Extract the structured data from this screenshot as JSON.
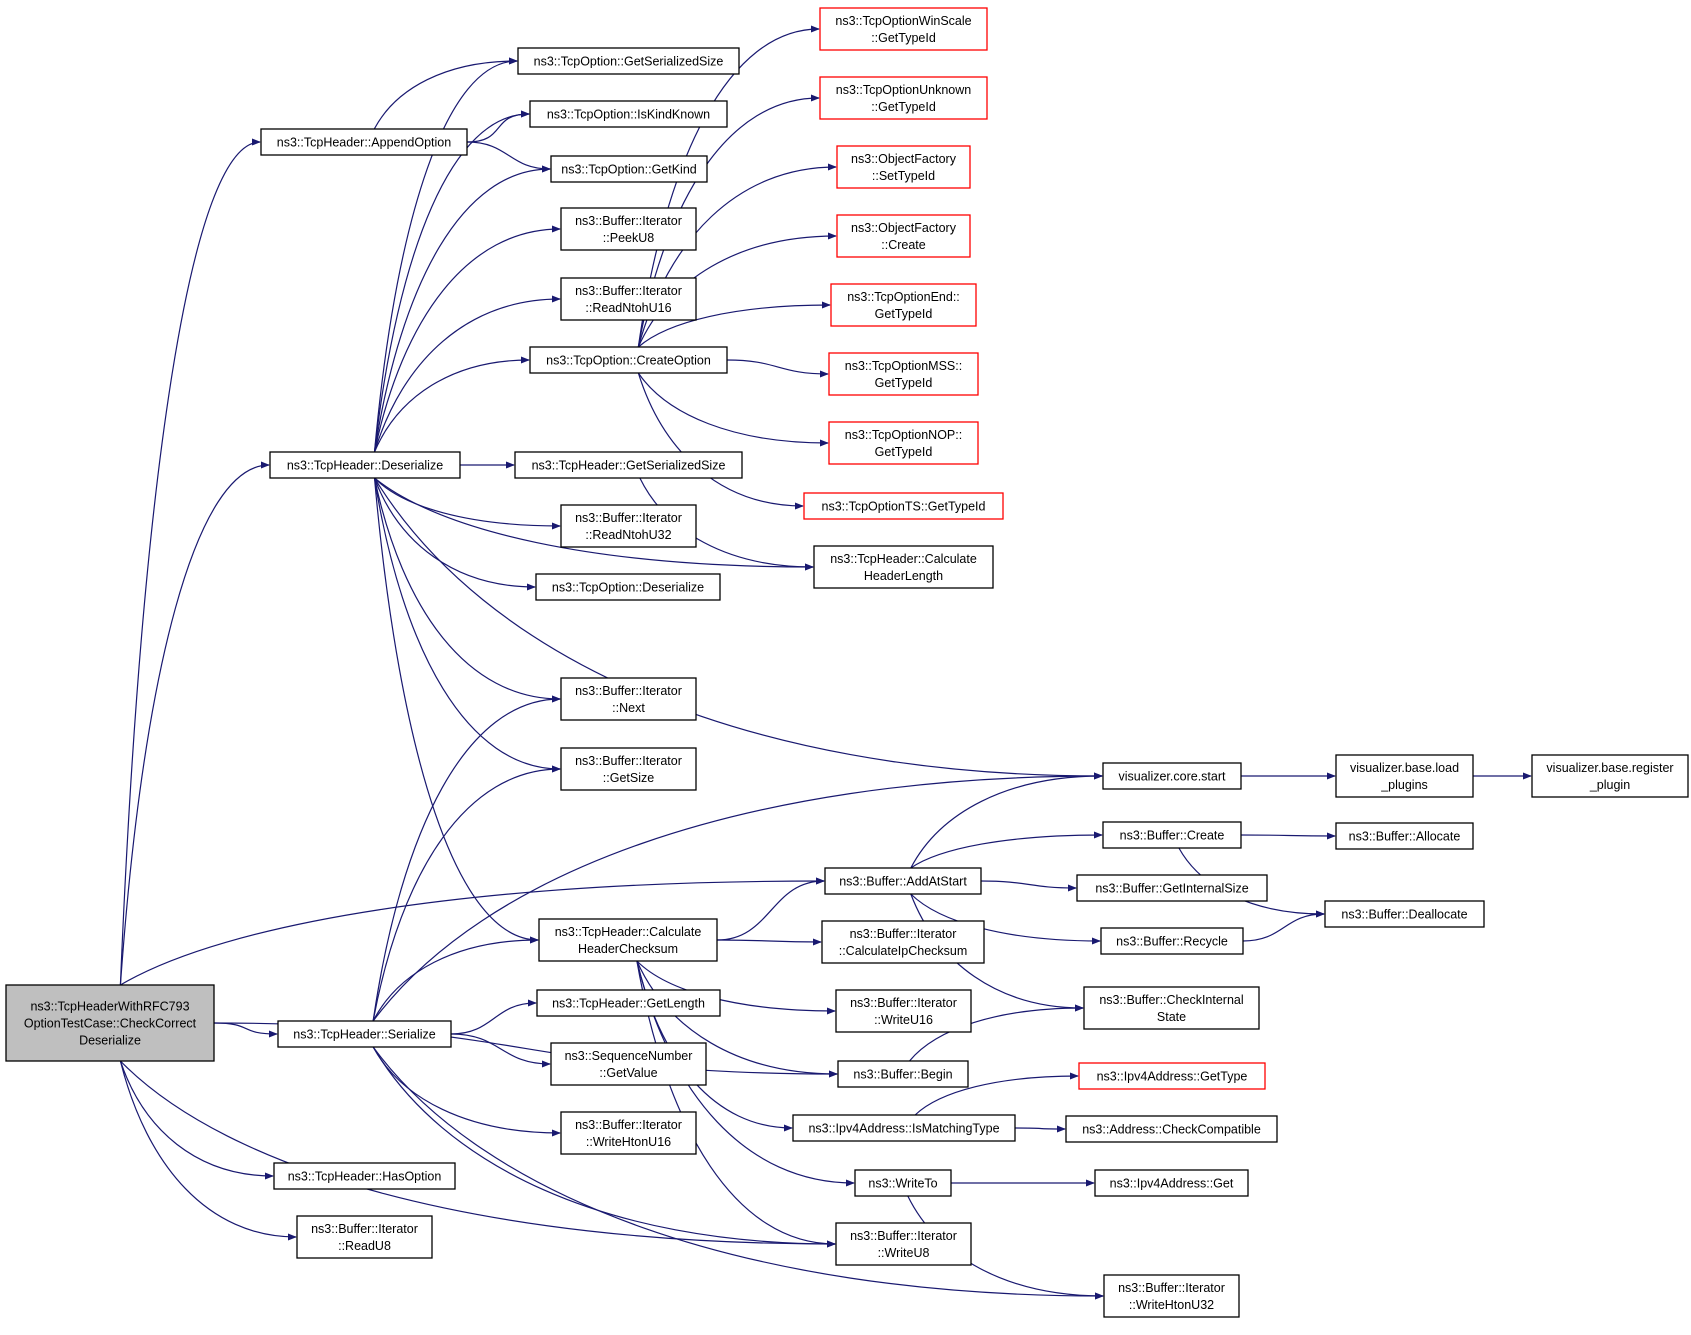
{
  "graph": {
    "colors": {
      "edge": "#191970",
      "node_border": "#000000",
      "missing_border": "#ff0000",
      "root_fill": "#bfbfbf",
      "node_fill": "#ffffff"
    },
    "nodes": [
      {
        "id": "root",
        "lines": [
          "ns3::TcpHeaderWithRFC793",
          "OptionTestCase::CheckCorrect",
          "Deserialize"
        ],
        "type": "root"
      },
      {
        "id": "appendOption",
        "lines": [
          "ns3::TcpHeader::AppendOption"
        ],
        "type": "normal"
      },
      {
        "id": "deserialize",
        "lines": [
          "ns3::TcpHeader::Deserialize"
        ],
        "type": "normal"
      },
      {
        "id": "serialize",
        "lines": [
          "ns3::TcpHeader::Serialize"
        ],
        "type": "normal"
      },
      {
        "id": "hasOption",
        "lines": [
          "ns3::TcpHeader::HasOption"
        ],
        "type": "normal"
      },
      {
        "id": "readU8",
        "lines": [
          "ns3::Buffer::Iterator",
          "::ReadU8"
        ],
        "type": "normal"
      },
      {
        "id": "optGetSerSize",
        "lines": [
          "ns3::TcpOption::GetSerializedSize"
        ],
        "type": "normal"
      },
      {
        "id": "optIsKindKnown",
        "lines": [
          "ns3::TcpOption::IsKindKnown"
        ],
        "type": "normal"
      },
      {
        "id": "optGetKind",
        "lines": [
          "ns3::TcpOption::GetKind"
        ],
        "type": "normal"
      },
      {
        "id": "peekU8",
        "lines": [
          "ns3::Buffer::Iterator",
          "::PeekU8"
        ],
        "type": "normal"
      },
      {
        "id": "readNtohU16",
        "lines": [
          "ns3::Buffer::Iterator",
          "::ReadNtohU16"
        ],
        "type": "normal"
      },
      {
        "id": "createOption",
        "lines": [
          "ns3::TcpOption::CreateOption"
        ],
        "type": "normal"
      },
      {
        "id": "hdrGetSerSize",
        "lines": [
          "ns3::TcpHeader::GetSerializedSize"
        ],
        "type": "normal"
      },
      {
        "id": "readNtohU32",
        "lines": [
          "ns3::Buffer::Iterator",
          "::ReadNtohU32"
        ],
        "type": "normal"
      },
      {
        "id": "optDeserialize",
        "lines": [
          "ns3::TcpOption::Deserialize"
        ],
        "type": "normal"
      },
      {
        "id": "next",
        "lines": [
          "ns3::Buffer::Iterator",
          "::Next"
        ],
        "type": "normal"
      },
      {
        "id": "getSize",
        "lines": [
          "ns3::Buffer::Iterator",
          "::GetSize"
        ],
        "type": "normal"
      },
      {
        "id": "calcHdrChecksum",
        "lines": [
          "ns3::TcpHeader::Calculate",
          "HeaderChecksum"
        ],
        "type": "normal"
      },
      {
        "id": "getLength",
        "lines": [
          "ns3::TcpHeader::GetLength"
        ],
        "type": "normal"
      },
      {
        "id": "seqGetValue",
        "lines": [
          "ns3::SequenceNumber",
          "::GetValue"
        ],
        "type": "normal"
      },
      {
        "id": "writeHtonU16",
        "lines": [
          "ns3::Buffer::Iterator",
          "::WriteHtonU16"
        ],
        "type": "normal"
      },
      {
        "id": "winScale",
        "lines": [
          "ns3::TcpOptionWinScale",
          "::GetTypeId"
        ],
        "type": "missing"
      },
      {
        "id": "unknown",
        "lines": [
          "ns3::TcpOptionUnknown",
          "::GetTypeId"
        ],
        "type": "missing"
      },
      {
        "id": "ofSetTypeId",
        "lines": [
          "ns3::ObjectFactory",
          "::SetTypeId"
        ],
        "type": "missing"
      },
      {
        "id": "ofCreate",
        "lines": [
          "ns3::ObjectFactory",
          "::Create"
        ],
        "type": "missing"
      },
      {
        "id": "optEnd",
        "lines": [
          "ns3::TcpOptionEnd::",
          "GetTypeId"
        ],
        "type": "missing"
      },
      {
        "id": "optMss",
        "lines": [
          "ns3::TcpOptionMSS::",
          "GetTypeId"
        ],
        "type": "missing"
      },
      {
        "id": "optNop",
        "lines": [
          "ns3::TcpOptionNOP::",
          "GetTypeId"
        ],
        "type": "missing"
      },
      {
        "id": "optTs",
        "lines": [
          "ns3::TcpOptionTS::GetTypeId"
        ],
        "type": "missing"
      },
      {
        "id": "calcHdrLen",
        "lines": [
          "ns3::TcpHeader::Calculate",
          "HeaderLength"
        ],
        "type": "normal"
      },
      {
        "id": "addAtStart",
        "lines": [
          "ns3::Buffer::AddAtStart"
        ],
        "type": "normal"
      },
      {
        "id": "calcIpChecksum",
        "lines": [
          "ns3::Buffer::Iterator",
          "::CalculateIpChecksum"
        ],
        "type": "normal"
      },
      {
        "id": "writeU16",
        "lines": [
          "ns3::Buffer::Iterator",
          "::WriteU16"
        ],
        "type": "normal"
      },
      {
        "id": "begin",
        "lines": [
          "ns3::Buffer::Begin"
        ],
        "type": "normal"
      },
      {
        "id": "isMatchingType",
        "lines": [
          "ns3::Ipv4Address::IsMatchingType"
        ],
        "type": "normal"
      },
      {
        "id": "writeTo",
        "lines": [
          "ns3::WriteTo"
        ],
        "type": "normal"
      },
      {
        "id": "writeU8",
        "lines": [
          "ns3::Buffer::Iterator",
          "::WriteU8"
        ],
        "type": "normal"
      },
      {
        "id": "vizCoreStart",
        "lines": [
          "visualizer.core.start"
        ],
        "type": "normal"
      },
      {
        "id": "bufCreate",
        "lines": [
          "ns3::Buffer::Create"
        ],
        "type": "normal"
      },
      {
        "id": "getInternalSize",
        "lines": [
          "ns3::Buffer::GetInternalSize"
        ],
        "type": "normal"
      },
      {
        "id": "recycle",
        "lines": [
          "ns3::Buffer::Recycle"
        ],
        "type": "normal"
      },
      {
        "id": "checkInternalState",
        "lines": [
          "ns3::Buffer::CheckInternal",
          "State"
        ],
        "type": "normal"
      },
      {
        "id": "ipv4GetType",
        "lines": [
          "ns3::Ipv4Address::GetType"
        ],
        "type": "missing"
      },
      {
        "id": "checkCompatible",
        "lines": [
          "ns3::Address::CheckCompatible"
        ],
        "type": "normal"
      },
      {
        "id": "ipv4Get",
        "lines": [
          "ns3::Ipv4Address::Get"
        ],
        "type": "normal"
      },
      {
        "id": "writeHtonU32",
        "lines": [
          "ns3::Buffer::Iterator",
          "::WriteHtonU32"
        ],
        "type": "normal"
      },
      {
        "id": "loadPlugins",
        "lines": [
          "visualizer.base.load",
          "_plugins"
        ],
        "type": "normal"
      },
      {
        "id": "allocate",
        "lines": [
          "ns3::Buffer::Allocate"
        ],
        "type": "normal"
      },
      {
        "id": "deallocate",
        "lines": [
          "ns3::Buffer::Deallocate"
        ],
        "type": "normal"
      },
      {
        "id": "registerPlugin",
        "lines": [
          "visualizer.base.register",
          "_plugin"
        ],
        "type": "normal"
      }
    ],
    "edges": [
      [
        "root",
        "appendOption"
      ],
      [
        "root",
        "deserialize"
      ],
      [
        "root",
        "serialize"
      ],
      [
        "root",
        "hasOption"
      ],
      [
        "root",
        "readU8"
      ],
      [
        "root",
        "addAtStart"
      ],
      [
        "root",
        "begin"
      ],
      [
        "root",
        "writeU8"
      ],
      [
        "appendOption",
        "optGetSerSize"
      ],
      [
        "appendOption",
        "optIsKindKnown"
      ],
      [
        "appendOption",
        "optGetKind"
      ],
      [
        "deserialize",
        "optGetSerSize"
      ],
      [
        "deserialize",
        "optIsKindKnown"
      ],
      [
        "deserialize",
        "optGetKind"
      ],
      [
        "deserialize",
        "peekU8"
      ],
      [
        "deserialize",
        "readNtohU16"
      ],
      [
        "deserialize",
        "createOption"
      ],
      [
        "deserialize",
        "hdrGetSerSize"
      ],
      [
        "deserialize",
        "readNtohU32"
      ],
      [
        "deserialize",
        "optDeserialize"
      ],
      [
        "deserialize",
        "next"
      ],
      [
        "deserialize",
        "getSize"
      ],
      [
        "deserialize",
        "calcHdrChecksum"
      ],
      [
        "deserialize",
        "calcHdrLen"
      ],
      [
        "deserialize",
        "vizCoreStart"
      ],
      [
        "serialize",
        "next"
      ],
      [
        "serialize",
        "getSize"
      ],
      [
        "serialize",
        "vizCoreStart"
      ],
      [
        "serialize",
        "calcHdrChecksum"
      ],
      [
        "serialize",
        "getLength"
      ],
      [
        "serialize",
        "seqGetValue"
      ],
      [
        "serialize",
        "writeHtonU16"
      ],
      [
        "serialize",
        "writeU8"
      ],
      [
        "serialize",
        "writeHtonU32"
      ],
      [
        "createOption",
        "winScale"
      ],
      [
        "createOption",
        "unknown"
      ],
      [
        "createOption",
        "ofSetTypeId"
      ],
      [
        "createOption",
        "ofCreate"
      ],
      [
        "createOption",
        "optEnd"
      ],
      [
        "createOption",
        "optMss"
      ],
      [
        "createOption",
        "optNop"
      ],
      [
        "createOption",
        "optTs"
      ],
      [
        "hdrGetSerSize",
        "calcHdrLen"
      ],
      [
        "calcHdrChecksum",
        "addAtStart"
      ],
      [
        "calcHdrChecksum",
        "calcIpChecksum"
      ],
      [
        "calcHdrChecksum",
        "writeU16"
      ],
      [
        "calcHdrChecksum",
        "begin"
      ],
      [
        "calcHdrChecksum",
        "isMatchingType"
      ],
      [
        "calcHdrChecksum",
        "writeTo"
      ],
      [
        "calcHdrChecksum",
        "writeU8"
      ],
      [
        "addAtStart",
        "vizCoreStart"
      ],
      [
        "addAtStart",
        "bufCreate"
      ],
      [
        "addAtStart",
        "getInternalSize"
      ],
      [
        "addAtStart",
        "recycle"
      ],
      [
        "addAtStart",
        "checkInternalState"
      ],
      [
        "begin",
        "checkInternalState"
      ],
      [
        "isMatchingType",
        "ipv4GetType"
      ],
      [
        "isMatchingType",
        "checkCompatible"
      ],
      [
        "writeTo",
        "ipv4Get"
      ],
      [
        "writeTo",
        "writeHtonU32"
      ],
      [
        "vizCoreStart",
        "loadPlugins"
      ],
      [
        "loadPlugins",
        "registerPlugin"
      ],
      [
        "bufCreate",
        "allocate"
      ],
      [
        "bufCreate",
        "deallocate"
      ],
      [
        "recycle",
        "deallocate"
      ]
    ]
  }
}
